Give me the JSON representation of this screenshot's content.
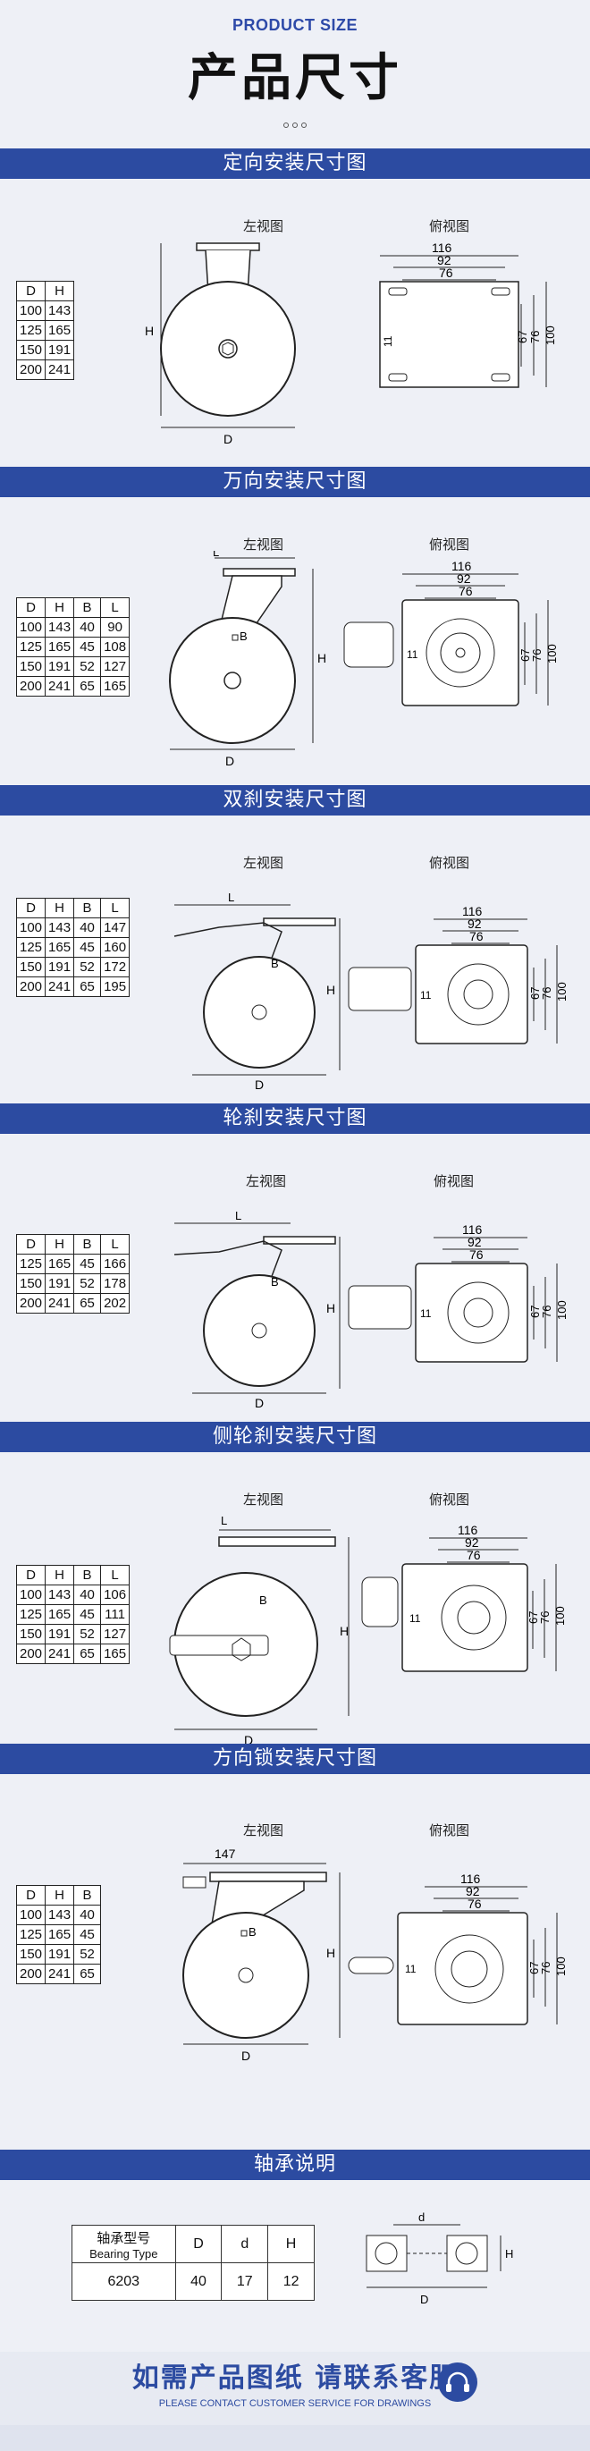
{
  "header": {
    "subtitle_en": "PRODUCT SIZE",
    "title_cn": "产品尺寸"
  },
  "common": {
    "left_view": "左视图",
    "top_view": "俯视图"
  },
  "sections": [
    {
      "title": "定向安装尺寸图",
      "headers": [
        "D",
        "H"
      ],
      "rows": [
        [
          "100",
          "143"
        ],
        [
          "125",
          "165"
        ],
        [
          "150",
          "191"
        ],
        [
          "200",
          "241"
        ]
      ],
      "dims": {
        "w1": "116",
        "w2": "92",
        "w3": "76",
        "h1": "67",
        "h2": "76",
        "h3": "100",
        "hole": "11",
        "D": "D",
        "H": "H"
      }
    },
    {
      "title": "万向安装尺寸图",
      "headers": [
        "D",
        "H",
        "B",
        "L"
      ],
      "rows": [
        [
          "100",
          "143",
          "40",
          "90"
        ],
        [
          "125",
          "165",
          "45",
          "108"
        ],
        [
          "150",
          "191",
          "52",
          "127"
        ],
        [
          "200",
          "241",
          "65",
          "165"
        ]
      ],
      "dims": {
        "w1": "116",
        "w2": "92",
        "w3": "76",
        "h1": "67",
        "h2": "76",
        "h3": "100",
        "hole": "11",
        "D": "D",
        "H": "H",
        "B": "B",
        "L": "L"
      }
    },
    {
      "title": "双刹安装尺寸图",
      "headers": [
        "D",
        "H",
        "B",
        "L"
      ],
      "rows": [
        [
          "100",
          "143",
          "40",
          "147"
        ],
        [
          "125",
          "165",
          "45",
          "160"
        ],
        [
          "150",
          "191",
          "52",
          "172"
        ],
        [
          "200",
          "241",
          "65",
          "195"
        ]
      ],
      "dims": {
        "w1": "116",
        "w2": "92",
        "w3": "76",
        "h1": "67",
        "h2": "76",
        "h3": "100",
        "hole": "11",
        "D": "D",
        "H": "H",
        "B": "B",
        "L": "L"
      }
    },
    {
      "title": "轮刹安装尺寸图",
      "headers": [
        "D",
        "H",
        "B",
        "L"
      ],
      "rows": [
        [
          "125",
          "165",
          "45",
          "166"
        ],
        [
          "150",
          "191",
          "52",
          "178"
        ],
        [
          "200",
          "241",
          "65",
          "202"
        ]
      ],
      "dims": {
        "w1": "116",
        "w2": "92",
        "w3": "76",
        "h1": "67",
        "h2": "76",
        "h3": "100",
        "hole": "11",
        "D": "D",
        "H": "H",
        "B": "B",
        "L": "L"
      }
    },
    {
      "title": "侧轮刹安装尺寸图",
      "headers": [
        "D",
        "H",
        "B",
        "L"
      ],
      "rows": [
        [
          "100",
          "143",
          "40",
          "106"
        ],
        [
          "125",
          "165",
          "45",
          "111"
        ],
        [
          "150",
          "191",
          "52",
          "127"
        ],
        [
          "200",
          "241",
          "65",
          "165"
        ]
      ],
      "dims": {
        "w1": "116",
        "w2": "92",
        "w3": "76",
        "h1": "67",
        "h2": "76",
        "h3": "100",
        "hole": "11",
        "D": "D",
        "H": "H",
        "B": "B",
        "L": "L"
      }
    },
    {
      "title": "方向锁安装尺寸图",
      "headers": [
        "D",
        "H",
        "B"
      ],
      "rows": [
        [
          "100",
          "143",
          "40"
        ],
        [
          "125",
          "165",
          "45"
        ],
        [
          "150",
          "191",
          "52"
        ],
        [
          "200",
          "241",
          "65"
        ]
      ],
      "dims": {
        "w1": "116",
        "w2": "92",
        "w3": "76",
        "h1": "67",
        "h2": "76",
        "h3": "100",
        "hole": "11",
        "D": "D",
        "H": "H",
        "B": "B",
        "L": "147"
      }
    }
  ],
  "bearing": {
    "title": "轴承说明",
    "type_cn": "轴承型号",
    "type_en": "Bearing Type",
    "col_D": "D",
    "col_d": "d",
    "col_H": "H",
    "model": "6203",
    "val_D": "40",
    "val_d": "17",
    "val_H": "12",
    "dim_d": "d",
    "dim_D": "D",
    "dim_H": "H"
  },
  "footer": {
    "cn": "如需产品图纸 请联系客服",
    "en": "PLEASE CONTACT CUSTOMER SERVICE FOR DRAWINGS"
  },
  "colors": {
    "band": "#2c4ba1",
    "background": "#eef0f6",
    "accent": "#2e4aa8"
  }
}
